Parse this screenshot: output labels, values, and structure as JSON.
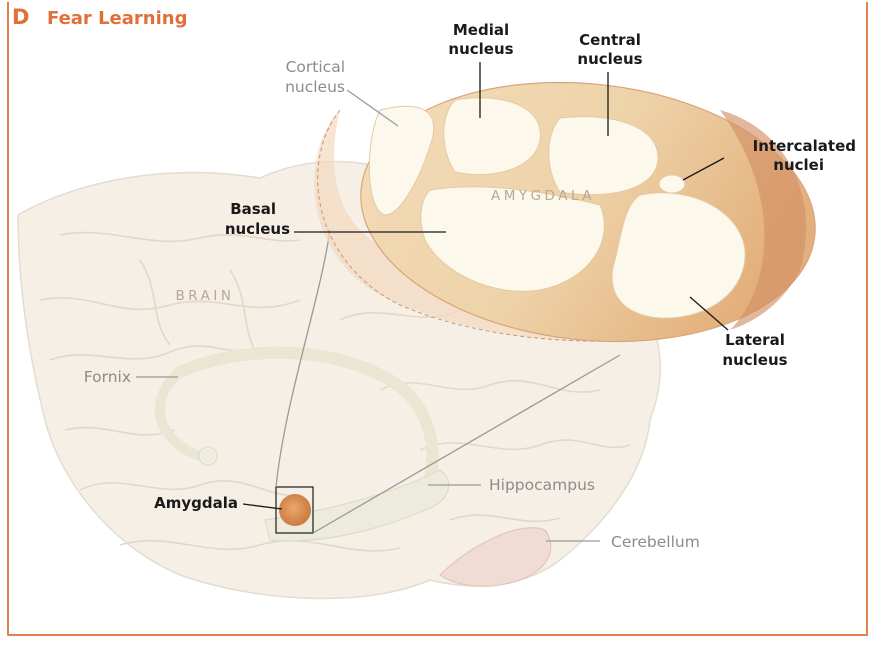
{
  "panel": {
    "letter": "D",
    "title": "Fear Learning"
  },
  "labels": {
    "medial": [
      "Medial",
      "nucleus"
    ],
    "central": [
      "Central",
      "nucleus"
    ],
    "cortical": [
      "Cortical",
      "nucleus"
    ],
    "intercalated": [
      "Intercalated",
      "nuclei"
    ],
    "basal": [
      "Basal",
      "nucleus"
    ],
    "lateral": [
      "Lateral",
      "nucleus"
    ],
    "amygdala_region": "AMYGDALA",
    "brain_region": "BRAIN",
    "fornix": "Fornix",
    "amygdala": "Amygdala",
    "hippocampus": "Hippocampus",
    "cerebellum": "Cerebellum"
  },
  "colors": {
    "accent": "#e0703a",
    "brain_fill": "#f6f1e9",
    "amygdala_orange": "#d98a4e",
    "nucleus_fill": "#fdf8ec"
  }
}
